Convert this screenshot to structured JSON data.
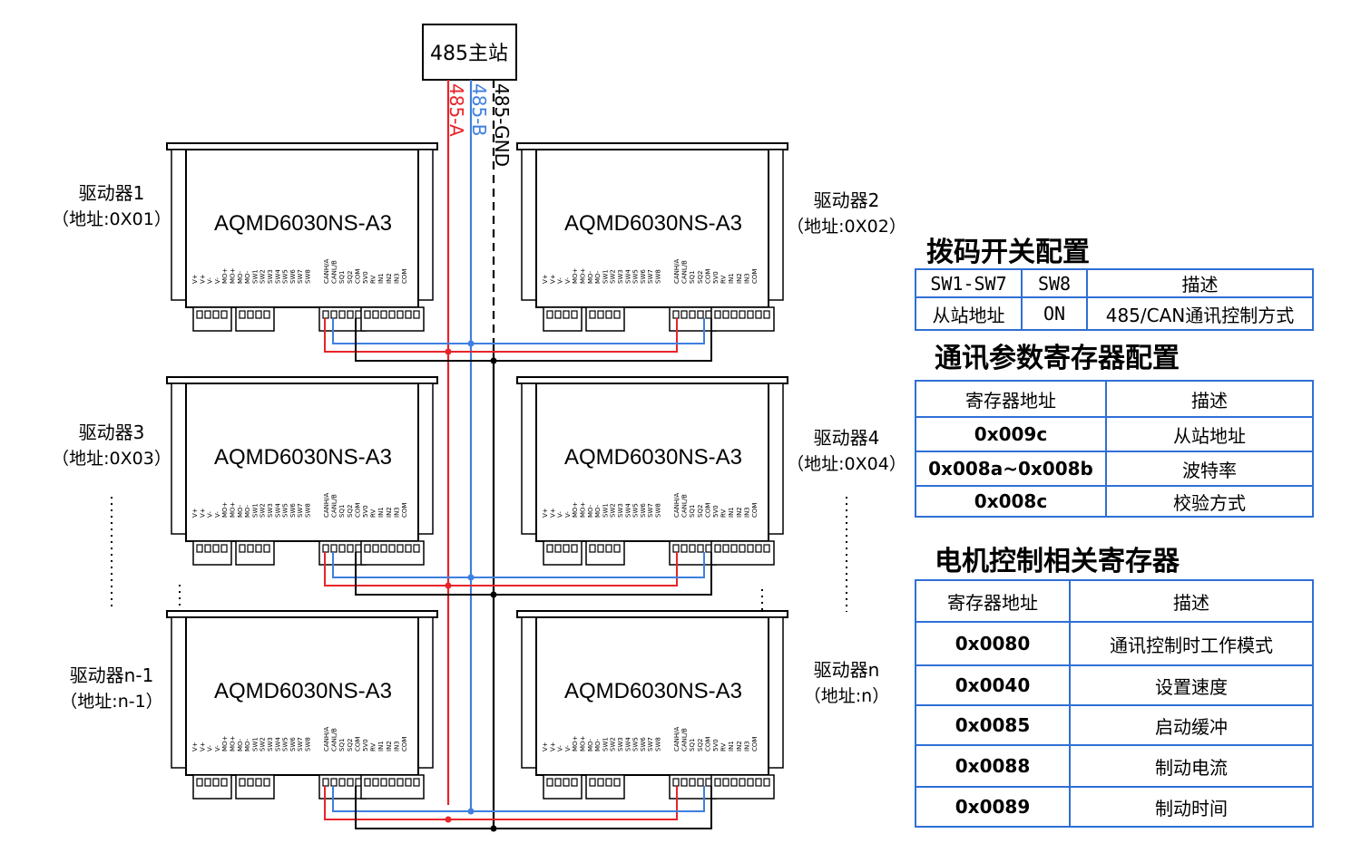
{
  "master": {
    "label": "485主站"
  },
  "bus": {
    "a_label": "485-A",
    "b_label": "485-B",
    "gnd_label": "485-GND",
    "colors": {
      "a": "#e8242a",
      "b": "#3f7fe0",
      "gnd": "#000000"
    }
  },
  "drivers": [
    {
      "name": "驱动器1",
      "addr": "（地址:0X01）",
      "model": "AQMD6030NS-A3"
    },
    {
      "name": "驱动器2",
      "addr": "（地址:0X02）",
      "model": "AQMD6030NS-A3"
    },
    {
      "name": "驱动器3",
      "addr": "（地址:0X03）",
      "model": "AQMD6030NS-A3"
    },
    {
      "name": "驱动器4",
      "addr": "（地址:0X04）",
      "model": "AQMD6030NS-A3"
    },
    {
      "name": "驱动器n-1",
      "addr": "（地址:n-1）",
      "model": "AQMD6030NS-A3"
    },
    {
      "name": "驱动器n",
      "addr": "（地址:n）",
      "model": "AQMD6030NS-A3"
    }
  ],
  "pin_labels_left": [
    "V+",
    "V+",
    "V-",
    "V-",
    "MO+",
    "MO+",
    "MO-",
    "MO-",
    "SW1",
    "SW2",
    "SW3",
    "SW4",
    "SW5",
    "SW6",
    "SW7",
    "SW8"
  ],
  "pin_labels_right": [
    "CANH/A",
    "CANL/B",
    "SQ1",
    "SQ2",
    "COM",
    "5V0",
    "RV",
    "IN1",
    "IN2",
    "IN3",
    "COM"
  ],
  "tables": {
    "dip": {
      "title": "拨码开关配置",
      "headers": [
        "SW1-SW7",
        "SW8",
        "描述"
      ],
      "rows": [
        [
          "从站地址",
          "ON",
          "485/CAN通讯控制方式"
        ]
      ]
    },
    "comm": {
      "title": "通讯参数寄存器配置",
      "headers": [
        "寄存器地址",
        "描述"
      ],
      "rows": [
        [
          "0x009c",
          "从站地址"
        ],
        [
          "0x008a~0x008b",
          "波特率"
        ],
        [
          "0x008c",
          "校验方式"
        ]
      ]
    },
    "motor": {
      "title": "电机控制相关寄存器",
      "headers": [
        "寄存器地址",
        "描述"
      ],
      "rows": [
        [
          "0x0080",
          "通讯控制时工作模式"
        ],
        [
          "0x0040",
          "设置速度"
        ],
        [
          "0x0085",
          "启动缓冲"
        ],
        [
          "0x0088",
          "制动电流"
        ],
        [
          "0x0089",
          "制动时间"
        ]
      ]
    }
  }
}
